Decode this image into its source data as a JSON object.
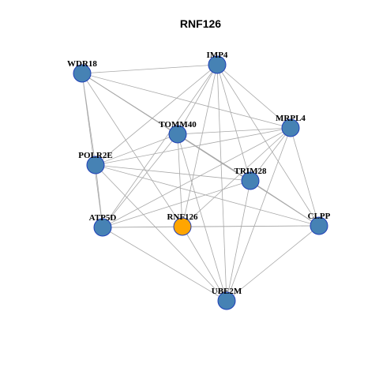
{
  "figure": {
    "title": "RNF126"
  },
  "colors": {
    "node_fill": "#4682b4",
    "node_border": "#1f3fb8",
    "highlight_fill": "#ffa500",
    "highlight_border": "#b36b00",
    "edge": "#a8a8a8",
    "background": "#ffffff"
  },
  "network": {
    "nodes": [
      {
        "id": "WDR18",
        "label": "WDR18",
        "highlight": false
      },
      {
        "id": "IMP4",
        "label": "IMP4",
        "highlight": false
      },
      {
        "id": "MRPL4",
        "label": "MRPL4",
        "highlight": false
      },
      {
        "id": "TOMM40",
        "label": "TOMM40",
        "highlight": false
      },
      {
        "id": "POLR2E",
        "label": "POLR2E",
        "highlight": false
      },
      {
        "id": "TRIM28",
        "label": "TRIM28",
        "highlight": false
      },
      {
        "id": "ATP5D",
        "label": "ATP5D",
        "highlight": false
      },
      {
        "id": "RNF126",
        "label": "RNF126",
        "highlight": true
      },
      {
        "id": "CLPP",
        "label": "CLPP",
        "highlight": false
      },
      {
        "id": "UBE2M",
        "label": "UBE2M",
        "highlight": false
      }
    ],
    "edges": [
      [
        "WDR18",
        "IMP4"
      ],
      [
        "WDR18",
        "MRPL4"
      ],
      [
        "WDR18",
        "TOMM40"
      ],
      [
        "WDR18",
        "POLR2E"
      ],
      [
        "WDR18",
        "ATP5D"
      ],
      [
        "WDR18",
        "TRIM28"
      ],
      [
        "WDR18",
        "RNF126"
      ],
      [
        "WDR18",
        "CLPP"
      ],
      [
        "IMP4",
        "TOMM40"
      ],
      [
        "IMP4",
        "POLR2E"
      ],
      [
        "IMP4",
        "ATP5D"
      ],
      [
        "IMP4",
        "RNF126"
      ],
      [
        "IMP4",
        "TRIM28"
      ],
      [
        "IMP4",
        "MRPL4"
      ],
      [
        "IMP4",
        "CLPP"
      ],
      [
        "IMP4",
        "UBE2M"
      ],
      [
        "MRPL4",
        "TOMM40"
      ],
      [
        "MRPL4",
        "POLR2E"
      ],
      [
        "MRPL4",
        "ATP5D"
      ],
      [
        "MRPL4",
        "RNF126"
      ],
      [
        "MRPL4",
        "CLPP"
      ],
      [
        "MRPL4",
        "UBE2M"
      ],
      [
        "MRPL4",
        "TRIM28"
      ],
      [
        "TOMM40",
        "POLR2E"
      ],
      [
        "TOMM40",
        "ATP5D"
      ],
      [
        "TOMM40",
        "RNF126"
      ],
      [
        "TOMM40",
        "CLPP"
      ],
      [
        "TOMM40",
        "UBE2M"
      ],
      [
        "TOMM40",
        "TRIM28"
      ],
      [
        "POLR2E",
        "ATP5D"
      ],
      [
        "POLR2E",
        "TRIM28"
      ],
      [
        "POLR2E",
        "CLPP"
      ],
      [
        "POLR2E",
        "UBE2M"
      ],
      [
        "TRIM28",
        "ATP5D"
      ],
      [
        "TRIM28",
        "CLPP"
      ],
      [
        "TRIM28",
        "UBE2M"
      ],
      [
        "ATP5D",
        "RNF126"
      ],
      [
        "ATP5D",
        "CLPP"
      ],
      [
        "ATP5D",
        "UBE2M"
      ],
      [
        "RNF126",
        "CLPP"
      ],
      [
        "RNF126",
        "UBE2M"
      ],
      [
        "CLPP",
        "UBE2M"
      ]
    ]
  }
}
